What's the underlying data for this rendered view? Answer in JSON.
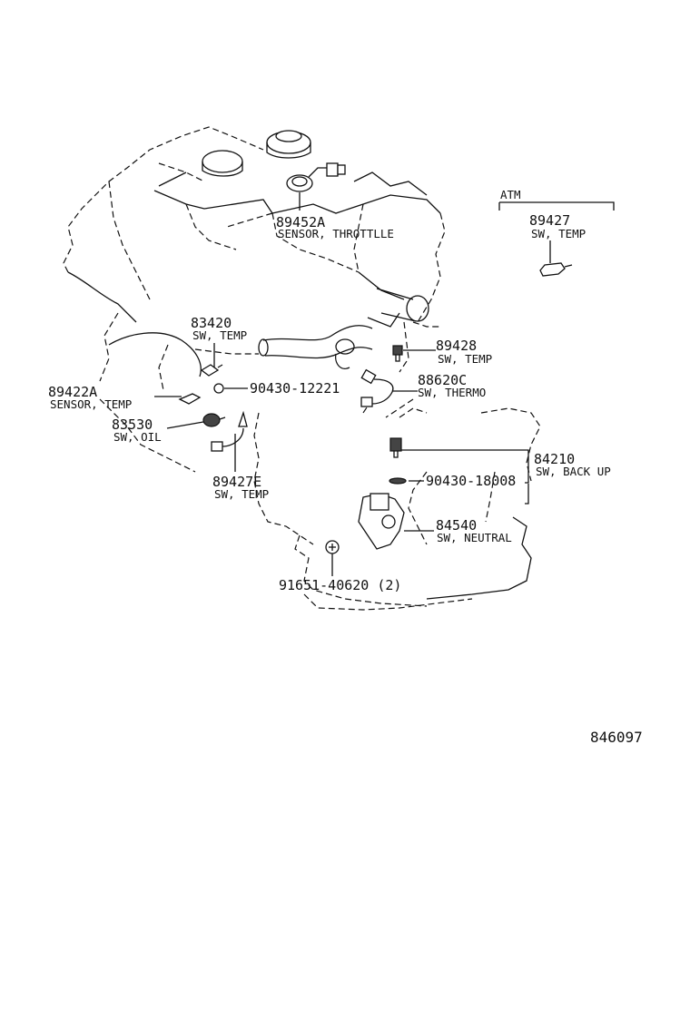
{
  "figure_id": "846097",
  "group_label": "ATM",
  "parts": [
    {
      "number": "89452A",
      "name": "SENSOR, THROTTLLE"
    },
    {
      "number": "89427",
      "name": "SW, TEMP"
    },
    {
      "number": "83420",
      "name": "SW, TEMP"
    },
    {
      "number": "89428",
      "name": "SW, TEMP"
    },
    {
      "number": "88620C",
      "name": "SW, THERMO"
    },
    {
      "number": "89422A",
      "name": "SENSOR, TEMP"
    },
    {
      "number": "90430-12221",
      "name": ""
    },
    {
      "number": "83530",
      "name": "SW, OIL"
    },
    {
      "number": "89427E",
      "name": "SW, TEMP"
    },
    {
      "number": "84210",
      "name": "SW, BACK UP"
    },
    {
      "number": "90430-18008",
      "name": ""
    },
    {
      "number": "84540",
      "name": "SW, NEUTRAL"
    },
    {
      "number": "91651-40620 (2)",
      "name": ""
    }
  ]
}
